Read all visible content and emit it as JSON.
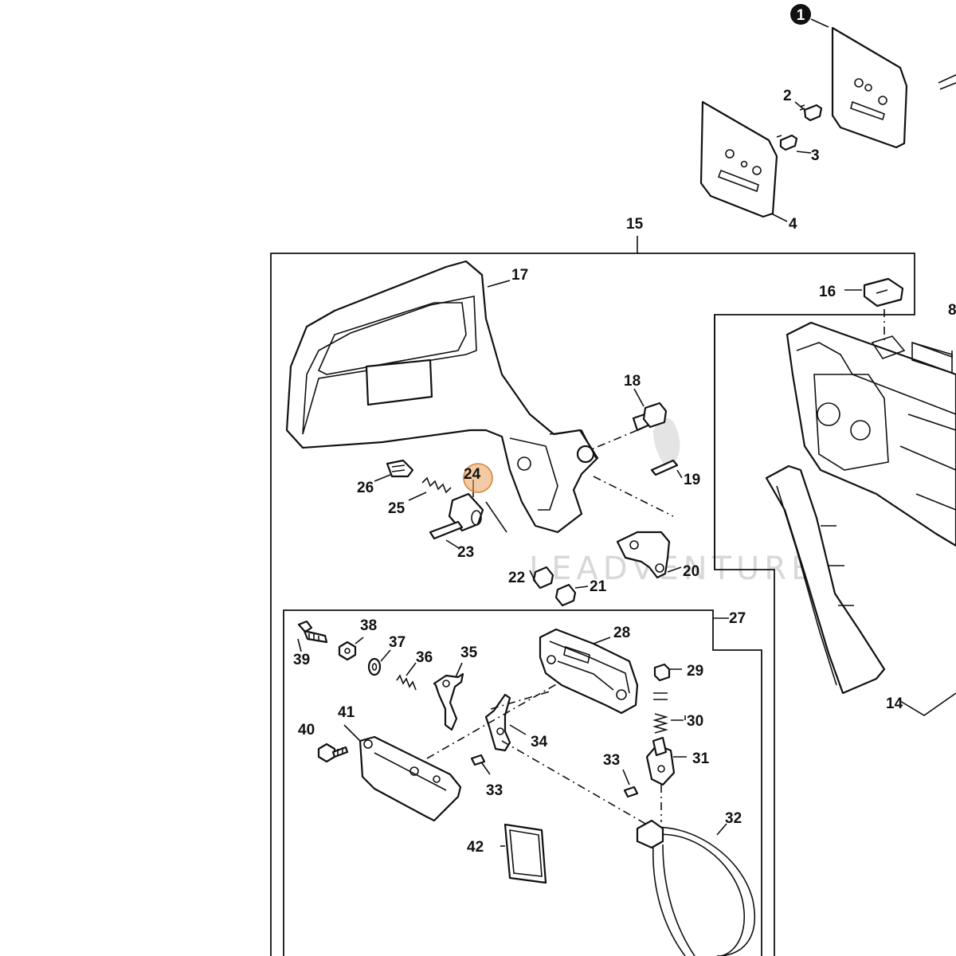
{
  "diagram": {
    "callouts": {
      "c1": "1",
      "c2": "2",
      "c3": "3",
      "c4": "4",
      "c8": "8",
      "c14": "14",
      "c15": "15",
      "c16": "16",
      "c17": "17",
      "c18": "18",
      "c19": "19",
      "c20": "20",
      "c21": "21",
      "c22": "22",
      "c23": "23",
      "c24": "24",
      "c25": "25",
      "c26": "26",
      "c27": "27",
      "c28": "28",
      "c29": "29",
      "c30": "30",
      "c31": "31",
      "c32": "32",
      "c33a": "33",
      "c33b": "33",
      "c34": "34",
      "c35": "35",
      "c36": "36",
      "c37": "37",
      "c38": "38",
      "c39": "39",
      "c40": "40",
      "c41": "41",
      "c42": "42"
    },
    "highlighted_callout": "24",
    "highlight_color": "#e8a05a",
    "watermark": "LEADVENTURE"
  }
}
